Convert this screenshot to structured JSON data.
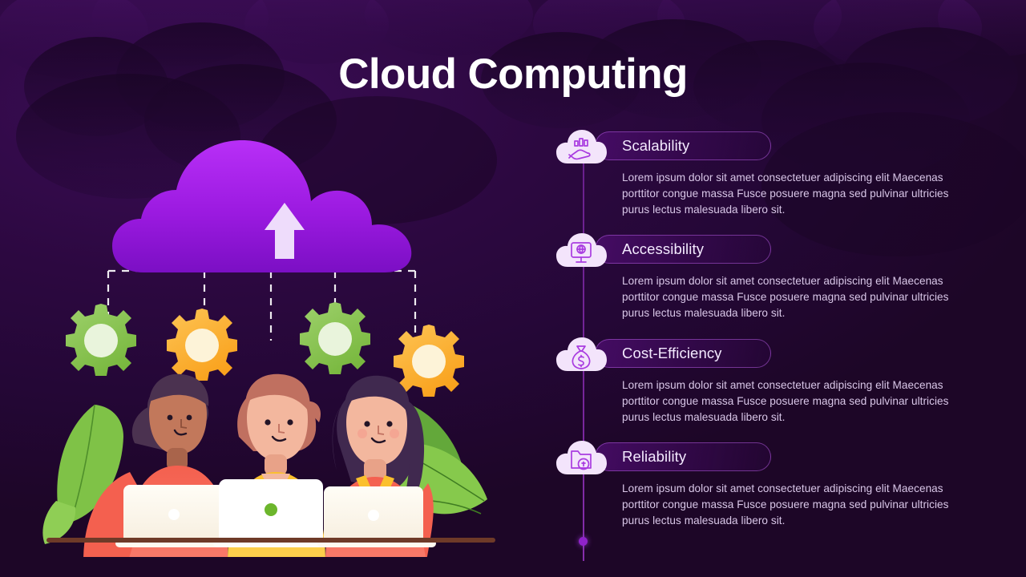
{
  "slide": {
    "title": "Cloud Computing",
    "background_color": "#2c0840",
    "accent_color": "#8f23c9"
  },
  "illustration": {
    "name": "cloud-computing-illustration",
    "cloud": {
      "name": "upload-cloud",
      "color_top": "#a81fe8",
      "color_bottom": "#7d11c4",
      "arrow_color": "#efddfb"
    },
    "gears": [
      {
        "name": "gear-green-1",
        "color": "#8cc45a",
        "hub": "#e9f4dc"
      },
      {
        "name": "gear-orange-1",
        "color": "#f9b233",
        "hub": "#fdf3d8"
      },
      {
        "name": "gear-green-2",
        "color": "#8cc45a",
        "hub": "#e9f4dc"
      },
      {
        "name": "gear-orange-2",
        "color": "#f9b233",
        "hub": "#fdf3d8"
      }
    ],
    "people": [
      {
        "name": "person-left",
        "shirt": "#f4604f",
        "hair": "#4b3250",
        "skin": "#c2785b"
      },
      {
        "name": "person-center",
        "shirt": "#fbc02d",
        "hair": "#c07060",
        "skin": "#f3b79e"
      },
      {
        "name": "person-right",
        "shirt": "#f4604f",
        "hair": "#40294f",
        "skin": "#f3b79e"
      }
    ],
    "desk_color": "#6e3a28",
    "leaf_color": "#76bd3e"
  },
  "list": {
    "items": [
      {
        "icon": "hand-growth-chart-icon",
        "label": "Scalability",
        "description": "Lorem ipsum dolor sit amet consectetuer adipiscing elit Maecenas porttitor congue massa Fusce posuere magna sed pulvinar ultricies purus lectus malesuada libero sit."
      },
      {
        "icon": "monitor-globe-icon",
        "label": "Accessibility",
        "description": "Lorem ipsum dolor sit amet consectetuer adipiscing elit Maecenas porttitor congue massa Fusce posuere magna sed pulvinar ultricies purus lectus malesuada libero sit."
      },
      {
        "icon": "money-bag-icon",
        "label": "Cost-Efficiency",
        "description": "Lorem ipsum dolor sit amet consectetuer adipiscing elit Maecenas porttitor congue massa Fusce posuere magna sed pulvinar ultricies purus lectus malesuada libero sit."
      },
      {
        "icon": "folder-lock-icon",
        "label": "Reliability",
        "description": "Lorem ipsum dolor sit amet consectetuer adipiscing elit Maecenas porttitor congue massa Fusce posuere magna sed pulvinar ultricies purus lectus malesuada libero sit."
      }
    ]
  }
}
